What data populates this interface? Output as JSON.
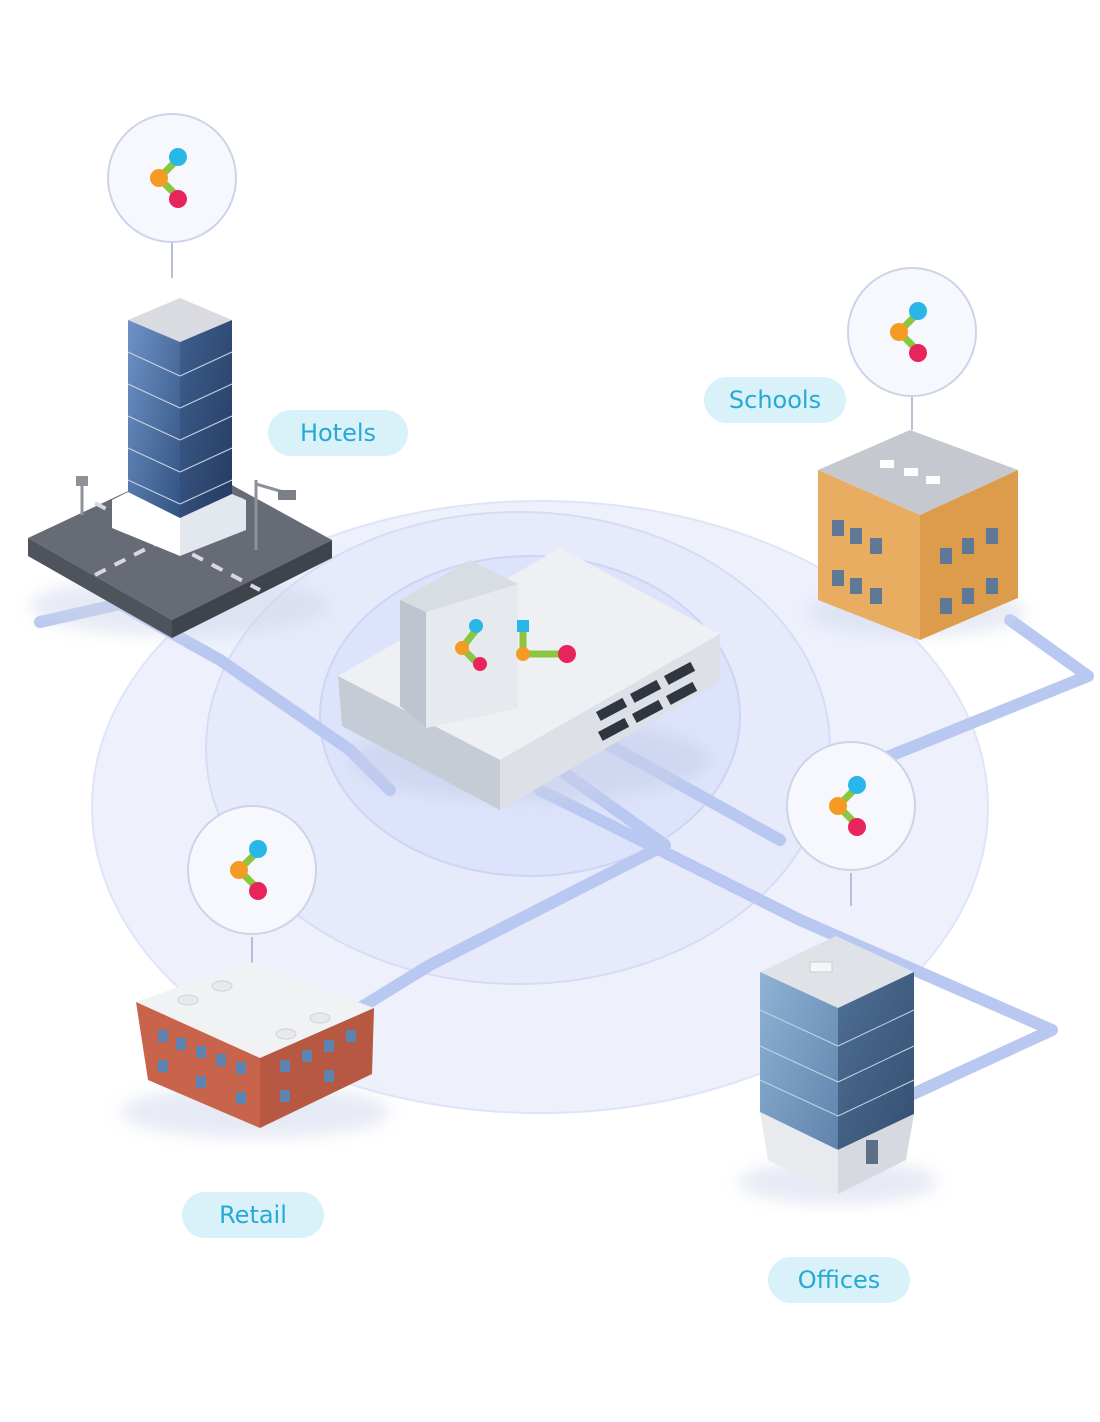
{
  "labels": {
    "hotels": "Hotels",
    "schools": "Schools",
    "retail": "Retail",
    "offices": "Offices"
  },
  "icons": {
    "logo": "network-node-logo-icon",
    "building": "building-icon",
    "switch": "network-switch-icon"
  },
  "colors": {
    "label_text": "#26a9d6",
    "label_bg": "#d9f1f8",
    "link_line": "#b9c8f1",
    "ring_fill": "#eef1fc",
    "logo_blue": "#29b6e8",
    "logo_orange": "#f59b23",
    "logo_green": "#8cc63f",
    "logo_red": "#e8245c"
  }
}
